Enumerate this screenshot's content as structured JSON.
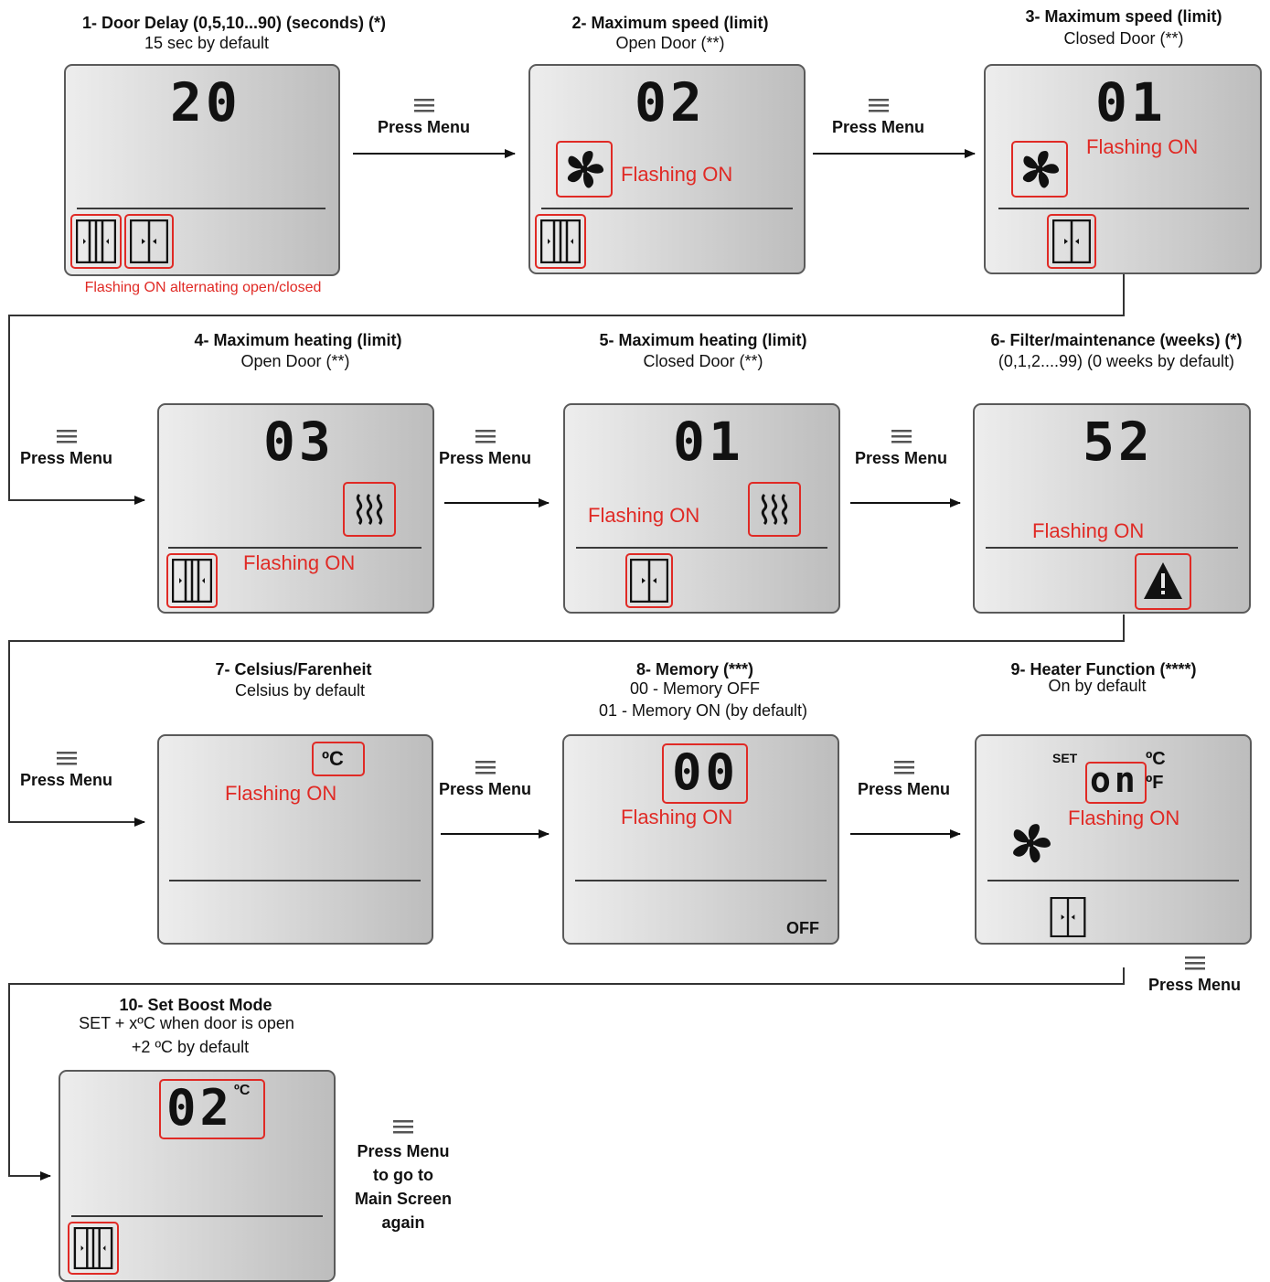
{
  "steps": [
    {
      "title": "1- Door Delay (0,5,10...90) (seconds) (*)",
      "sub": "15 sec by default",
      "display": "20",
      "note": "Flashing ON alternating open/closed"
    },
    {
      "title": "2- Maximum speed (limit)",
      "sub": "Open Door (**)",
      "display": "02",
      "flash": "Flashing ON"
    },
    {
      "title": "3- Maximum speed (limit)",
      "sub": "Closed Door (**)",
      "display": "01",
      "flash": "Flashing ON"
    },
    {
      "title": "4- Maximum heating (limit)",
      "sub": "Open Door (**)",
      "display": "03",
      "flash": "Flashing ON"
    },
    {
      "title": "5- Maximum heating (limit)",
      "sub": "Closed Door (**)",
      "display": "01",
      "flash": "Flashing ON"
    },
    {
      "title": "6- Filter/maintenance (weeks) (*)",
      "sub": "(0,1,2....99) (0 weeks by default)",
      "display": "52",
      "flash": "Flashing ON"
    },
    {
      "title": "7- Celsius/Farenheit",
      "sub": "Celsius by default",
      "unit": "ºC",
      "flash": "Flashing ON"
    },
    {
      "title": "8- Memory (***)",
      "sub": "00 - Memory OFF",
      "sub2": "01 - Memory ON (by default)",
      "display": "00",
      "flash": "Flashing ON",
      "off_label": "OFF"
    },
    {
      "title": "9- Heater Function (****)",
      "sub": "On by default",
      "display": "on",
      "set_label": "SET",
      "unit_c": "ºC",
      "unit_f": "ºF",
      "flash": "Flashing ON"
    },
    {
      "title": "10- Set Boost Mode",
      "sub": "SET + xºC when door is open",
      "sub2": "+2 ºC by default",
      "display": "02",
      "unit": "ºC"
    }
  ],
  "press_menu": "Press Menu",
  "final_press": {
    "l1": "Press Menu",
    "l2": "to go to",
    "l3": "Main Screen",
    "l4": "again"
  },
  "colors": {
    "highlight": "#e02a25",
    "lcd_light": "#ededed",
    "lcd_dark": "#bdbdbd"
  },
  "icons": [
    "menu-icon",
    "fan-icon",
    "heater-icon",
    "warning-icon",
    "door-open-icon",
    "door-closed-icon",
    "arrow-icon"
  ]
}
